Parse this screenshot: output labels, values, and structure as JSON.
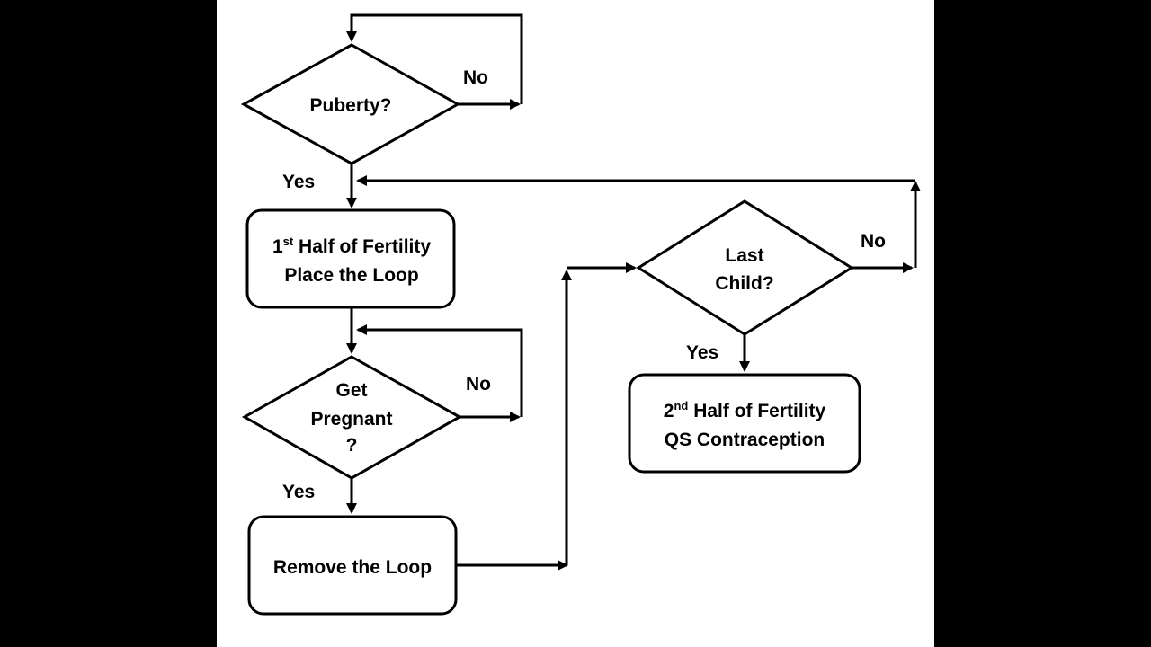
{
  "colors": {
    "background": "#ffffff",
    "letterbox": "#000000",
    "stroke": "#000000",
    "text": "#000000"
  },
  "nodes": {
    "puberty": {
      "text": "Puberty?"
    },
    "first_half": {
      "line1_num": "1",
      "line1_sup": "st",
      "line1_rest": " Half of Fertility",
      "line2": "Place the Loop"
    },
    "get_pregnant": {
      "line1": "Get",
      "line2": "Pregnant",
      "line3": "?"
    },
    "remove_loop": {
      "text": "Remove the Loop"
    },
    "last_child": {
      "line1": "Last",
      "line2": "Child?"
    },
    "second_half": {
      "line1_num": "2",
      "line1_sup": "nd",
      "line1_rest": " Half of Fertility",
      "line2": "QS Contraception"
    }
  },
  "edge_labels": {
    "puberty_no": "No",
    "puberty_yes": "Yes",
    "pregnant_no": "No",
    "pregnant_yes": "Yes",
    "last_child_no": "No",
    "last_child_yes": "Yes"
  }
}
